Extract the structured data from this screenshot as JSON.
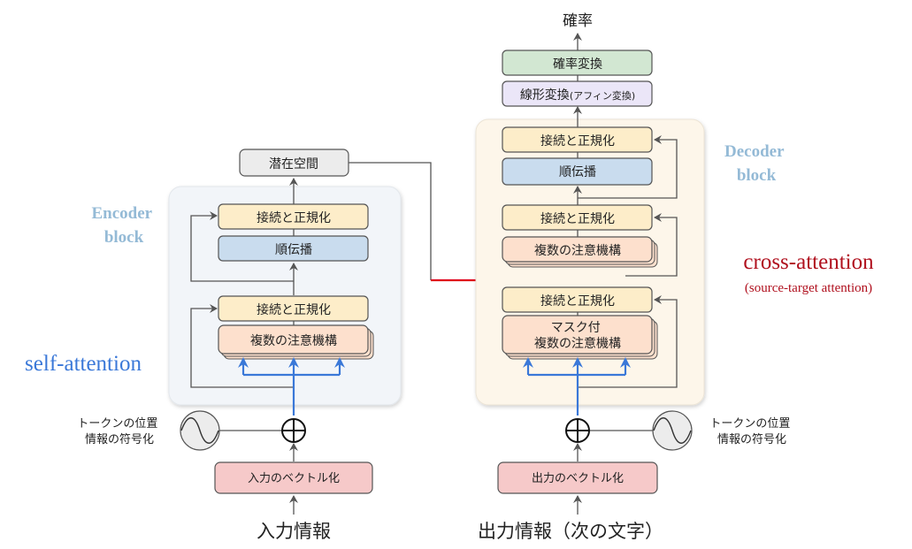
{
  "title": "Transformer architecture",
  "colors": {
    "encoder_bg": "#f2f5f9",
    "decoder_bg": "#fdf6ea",
    "norm": "#fdedc9",
    "ffn": "#c9dcee",
    "attention": "#fde0cd",
    "embed": "#f6c9c9",
    "latent": "#ececec",
    "softmax": "#d2e7d2",
    "linear": "#ebe6f8",
    "self_attention": "#3a78d8",
    "cross_attention": "#e0001b",
    "block_label": "#94bad6",
    "cross_label": "#b0101e"
  },
  "encoder": {
    "label_line1": "Encoder",
    "label_line2": "block",
    "norm_top": "接続と正規化",
    "ffn": "順伝播",
    "norm_bottom": "接続と正規化",
    "attention": "複数の注意機構"
  },
  "latent": "潜在空間",
  "encoder_input": {
    "embedding": "入力のベクトル化",
    "input_text": "入力情報",
    "positional_line1": "トークンの位置",
    "positional_line2": "情報の符号化"
  },
  "decoder": {
    "label_line1": "Decoder",
    "label_line2": "block",
    "norm_top": "接続と正規化",
    "ffn": "順伝播",
    "norm_middle": "接続と正規化",
    "cross_attention": "複数の注意機構",
    "norm_bottom": "接続と正規化",
    "masked_attention_line1": "マスク付",
    "masked_attention_line2": "複数の注意機構"
  },
  "decoder_output": {
    "probability": "確率",
    "softmax": "確率変換",
    "linear": "線形変換",
    "linear_sub": "(アフィン変換)"
  },
  "decoder_input": {
    "embedding": "出力のベクトル化",
    "input_text": "出力情報（次の文字）",
    "positional_line1": "トークンの位置",
    "positional_line2": "情報の符号化"
  },
  "annotations": {
    "self_attention": "self-attention",
    "cross_attention": "cross-attention",
    "cross_attention_sub": "(source-target attention)"
  }
}
